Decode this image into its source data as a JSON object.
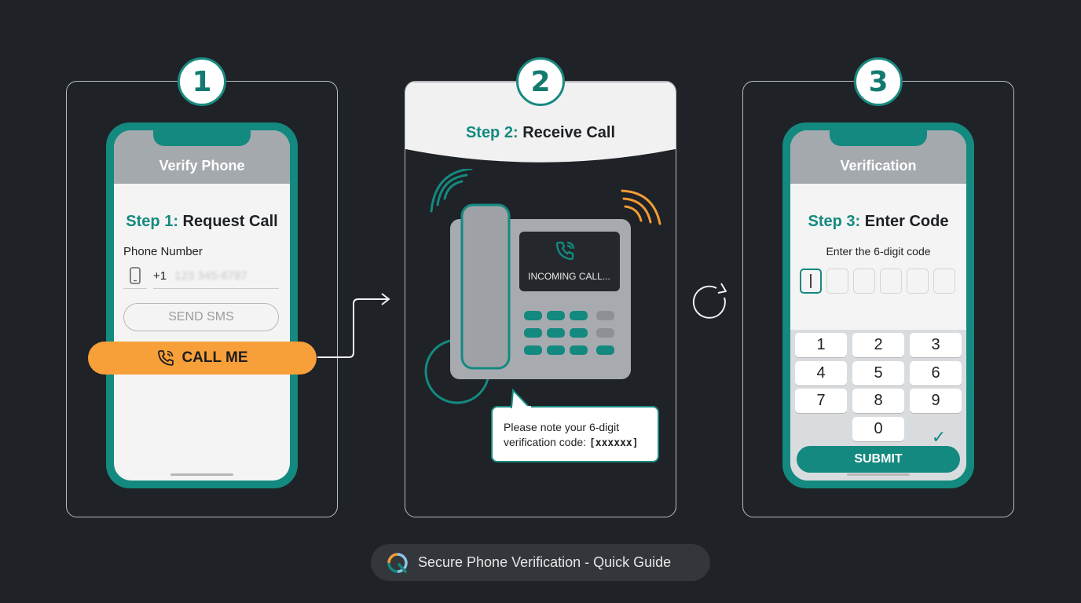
{
  "steps": [
    {
      "number": "1"
    },
    {
      "number": "2"
    },
    {
      "number": "3"
    }
  ],
  "step1": {
    "header": "Verify Phone",
    "title_prefix": "Step 1:",
    "title_main": "Request Call",
    "field_label": "Phone Number",
    "country_code": "+1",
    "phone_value_obscured": "123 345-6787",
    "sms_button": "SEND SMS",
    "call_button": "CALL ME"
  },
  "step2": {
    "title_prefix": "Step 2:",
    "title_main": "Receive Call",
    "display_text": "INCOMING CALL...",
    "bubble_text": "Please note your 6-digit",
    "bubble_text2": "verification code:",
    "bubble_code": "[xxxxxx]"
  },
  "step3": {
    "header": "Verification",
    "title_prefix": "Step 3:",
    "title_main": "Enter Code",
    "hint": "Enter the 6-digit code",
    "keys": [
      "1",
      "2",
      "3",
      "4",
      "5",
      "6",
      "7",
      "8",
      "9",
      "0"
    ],
    "submit_button": "SUBMIT"
  },
  "footer": {
    "text": "Secure Phone Verification - Quick Guide"
  },
  "colors": {
    "accent": "#148a80",
    "call": "#f7a03a",
    "background": "#1f2227"
  },
  "icons": [
    "smartphone-icon",
    "phone-call-icon",
    "refresh-icon",
    "arrow-icon",
    "desk-phone-icon",
    "signal-waves-icon",
    "check-icon",
    "logo-icon"
  ]
}
